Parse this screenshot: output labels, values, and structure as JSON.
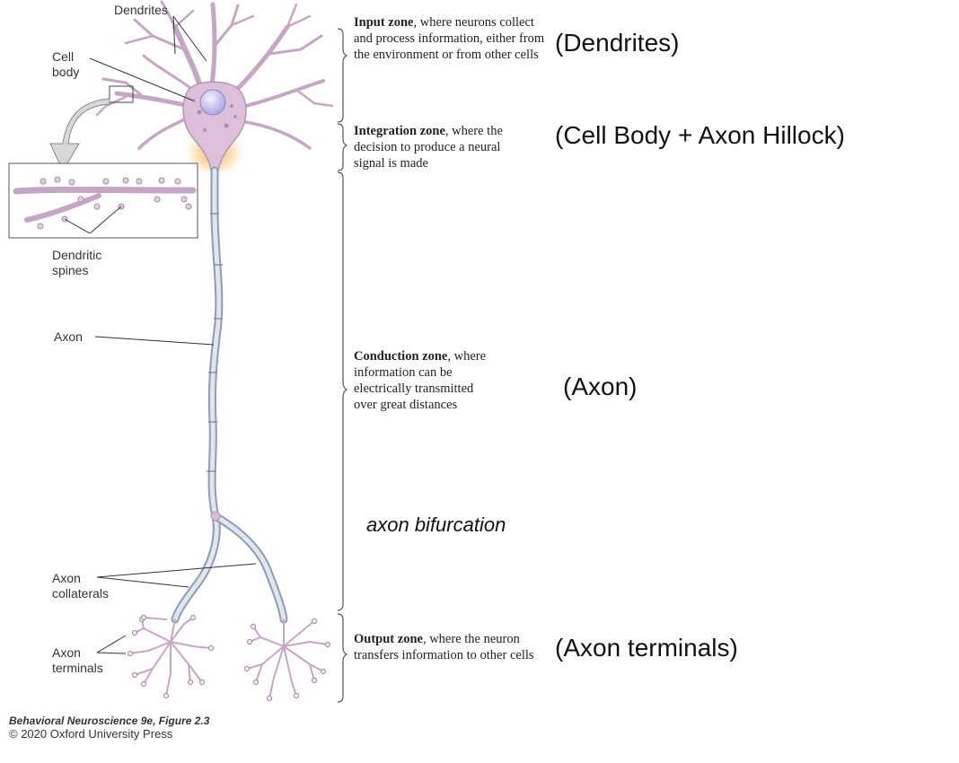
{
  "labels": {
    "dendrites": "Dendrites",
    "cell_body": [
      "Cell",
      "body"
    ],
    "dendritic_spines": [
      "Dendritic",
      "spines"
    ],
    "axon": "Axon",
    "axon_collaterals": [
      "Axon",
      "collaterals"
    ],
    "axon_terminals": [
      "Axon",
      "terminals"
    ]
  },
  "zones": [
    {
      "title": "Input zone",
      "rest": ", where neurons collect and process information, either from the environment or from other cells"
    },
    {
      "title": "Integration zone",
      "rest": ", where the decision to produce a neural signal is made"
    },
    {
      "title": "Conduction zone",
      "rest": ", where information can be electrically transmitted over great distances"
    },
    {
      "title": "Output zone",
      "rest": ", where the neuron transfers information to other cells"
    }
  ],
  "annotations": {
    "dendrites": "(Dendrites)",
    "cell_body": "(Cell Body + Axon Hillock)",
    "axon": "(Axon)",
    "bifurcation": "axon bifurcation",
    "terminals": "(Axon terminals)"
  },
  "credit": {
    "line1": "Behavioral Neuroscience 9e, Figure 2.3",
    "line2": "© 2020 Oxford University Press"
  },
  "colors": {
    "neuron": "#d9bcd6",
    "neuron_dark": "#a58aa6",
    "axon_myelin": "#c9d3e1",
    "hillock_glow": "#f5b35a",
    "nucleus": "#c9c0ee"
  }
}
